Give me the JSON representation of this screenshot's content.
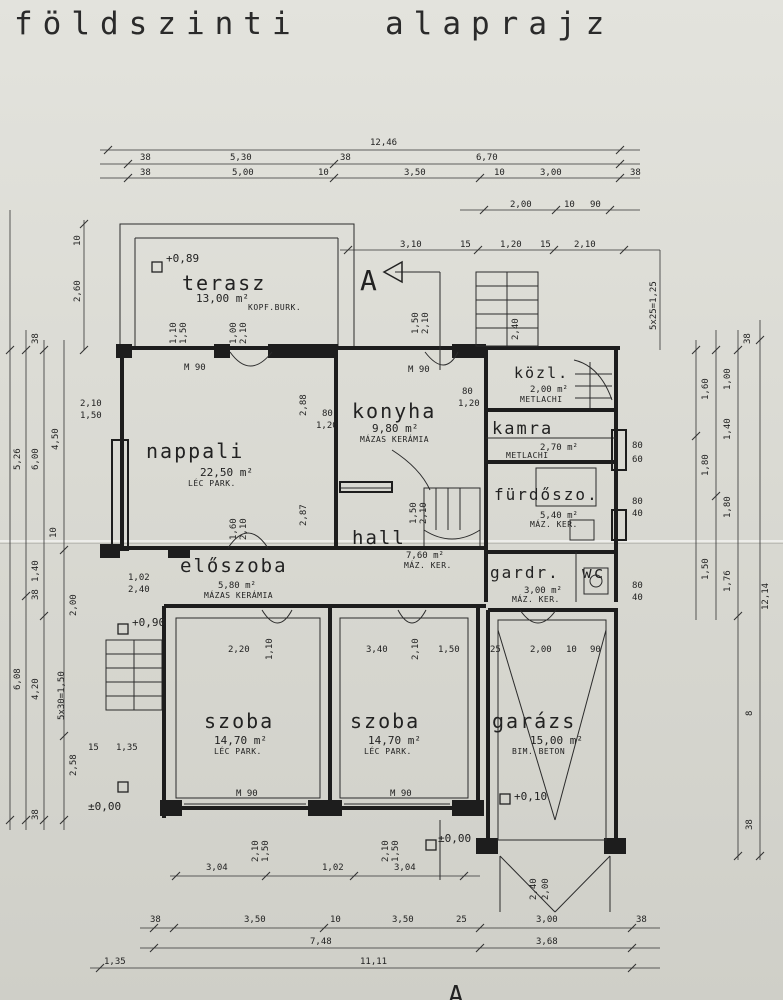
{
  "title": {
    "part1": "földszinti",
    "part2": "alaprajz"
  },
  "section_marker": "A",
  "rooms": [
    {
      "id": "terasz",
      "name": "terasz",
      "area": "13,00 m²",
      "material": "KOPF.BURK."
    },
    {
      "id": "nappali",
      "name": "nappali",
      "area": "22,50 m²",
      "material": "LÉC PARK."
    },
    {
      "id": "konyha",
      "name": "konyha",
      "area": "9,80 m²",
      "material": "MÁZAS KERÁMIA"
    },
    {
      "id": "kozl",
      "name": "közl.",
      "area": "2,00 m²",
      "material": "METLACHI"
    },
    {
      "id": "kamra",
      "name": "kamra",
      "area": "2,70 m²",
      "material": "METLACHI"
    },
    {
      "id": "furdoszoba",
      "name": "fürdőszo.",
      "area": "5,40 m²",
      "material": "MÁZ. KER."
    },
    {
      "id": "hall",
      "name": "hall",
      "area": "7,60 m²",
      "material": "MÁZ. KER."
    },
    {
      "id": "eloszoba",
      "name": "előszoba",
      "area": "5,80 m²",
      "material": "MÁZAS KERÁMIA"
    },
    {
      "id": "gardr",
      "name": "gardr.",
      "area": "3,00 m²",
      "material": "MÁZ. KER."
    },
    {
      "id": "wc",
      "name": "wc",
      "area": "",
      "material": ""
    },
    {
      "id": "szoba1",
      "name": "szoba",
      "area": "14,70 m²",
      "material": "LÉC PARK."
    },
    {
      "id": "szoba2",
      "name": "szoba",
      "area": "14,70 m²",
      "material": "LÉC PARK."
    },
    {
      "id": "garazs",
      "name": "garázs",
      "area": "15,00 m²",
      "material": "BIM. BETON"
    }
  ],
  "levels": {
    "terrace": "+0,89",
    "entry": "+0,90",
    "floor": "±0,00",
    "garage": "+0,10",
    "outside": "±0,00",
    "ground": "±0,00"
  },
  "dimensions": {
    "top": {
      "overall": "12,46",
      "row2": [
        "38",
        "5,30",
        "38",
        "6,70"
      ],
      "row3": [
        "38",
        "5,00",
        "10",
        "3,50",
        "10",
        "3,00",
        "38"
      ],
      "row4": [
        "2,00",
        "10",
        "90"
      ],
      "row5": [
        "3,10",
        "15",
        "1,20",
        "15",
        "2,10"
      ]
    },
    "bottom": {
      "row1": [
        "38",
        "3,50",
        "10",
        "3,50",
        "25",
        "3,00",
        "38"
      ],
      "row2": [
        "7,48",
        "3,68"
      ],
      "overall": "11,11",
      "windows": [
        "3,04",
        "1,02",
        "3,04"
      ],
      "sill": [
        "2,10",
        "1,50",
        "2,10",
        "1,50"
      ],
      "marker": "A"
    },
    "left": {
      "outer": [
        "5,26",
        "6,00",
        "4,50",
        "6,08",
        "4,20"
      ],
      "inner": [
        "38",
        "1,40",
        "10",
        "2,00",
        "38",
        "2,58",
        "38",
        "15",
        "1,35"
      ],
      "terrace": [
        "10",
        "2,60"
      ],
      "stair": "5x30=1,50",
      "beams": [
        "2,10",
        "1,50",
        "1,02",
        "2,40"
      ]
    },
    "right": {
      "overall": "12,14",
      "col1": [
        "1,60",
        "1,80",
        "1,50"
      ],
      "col2": [
        "1,00",
        "1,40",
        "1,80",
        "1,76"
      ],
      "small": [
        "38",
        "80",
        "60",
        "80",
        "40",
        "80",
        "40"
      ],
      "stair": "5x25=1,25",
      "vert": [
        "8",
        "38"
      ]
    },
    "interior": {
      "opening": [
        "1,10",
        "1,50",
        "1,00",
        "2,10"
      ],
      "kitchen": [
        "80",
        "1,20"
      ],
      "hall": [
        "1,50",
        "2,10"
      ],
      "stairs": "2,40",
      "walls": [
        "2,88",
        "2,87"
      ],
      "nappali": [
        "1,60",
        "2,10"
      ],
      "szoba": [
        "2,20",
        "1,10",
        "3,40",
        "1,50",
        "2,10"
      ],
      "garazs_top": [
        "25",
        "2,00",
        "10",
        "90"
      ],
      "door": "M 90",
      "garage_door": [
        "2,40",
        "2,00"
      ]
    }
  }
}
